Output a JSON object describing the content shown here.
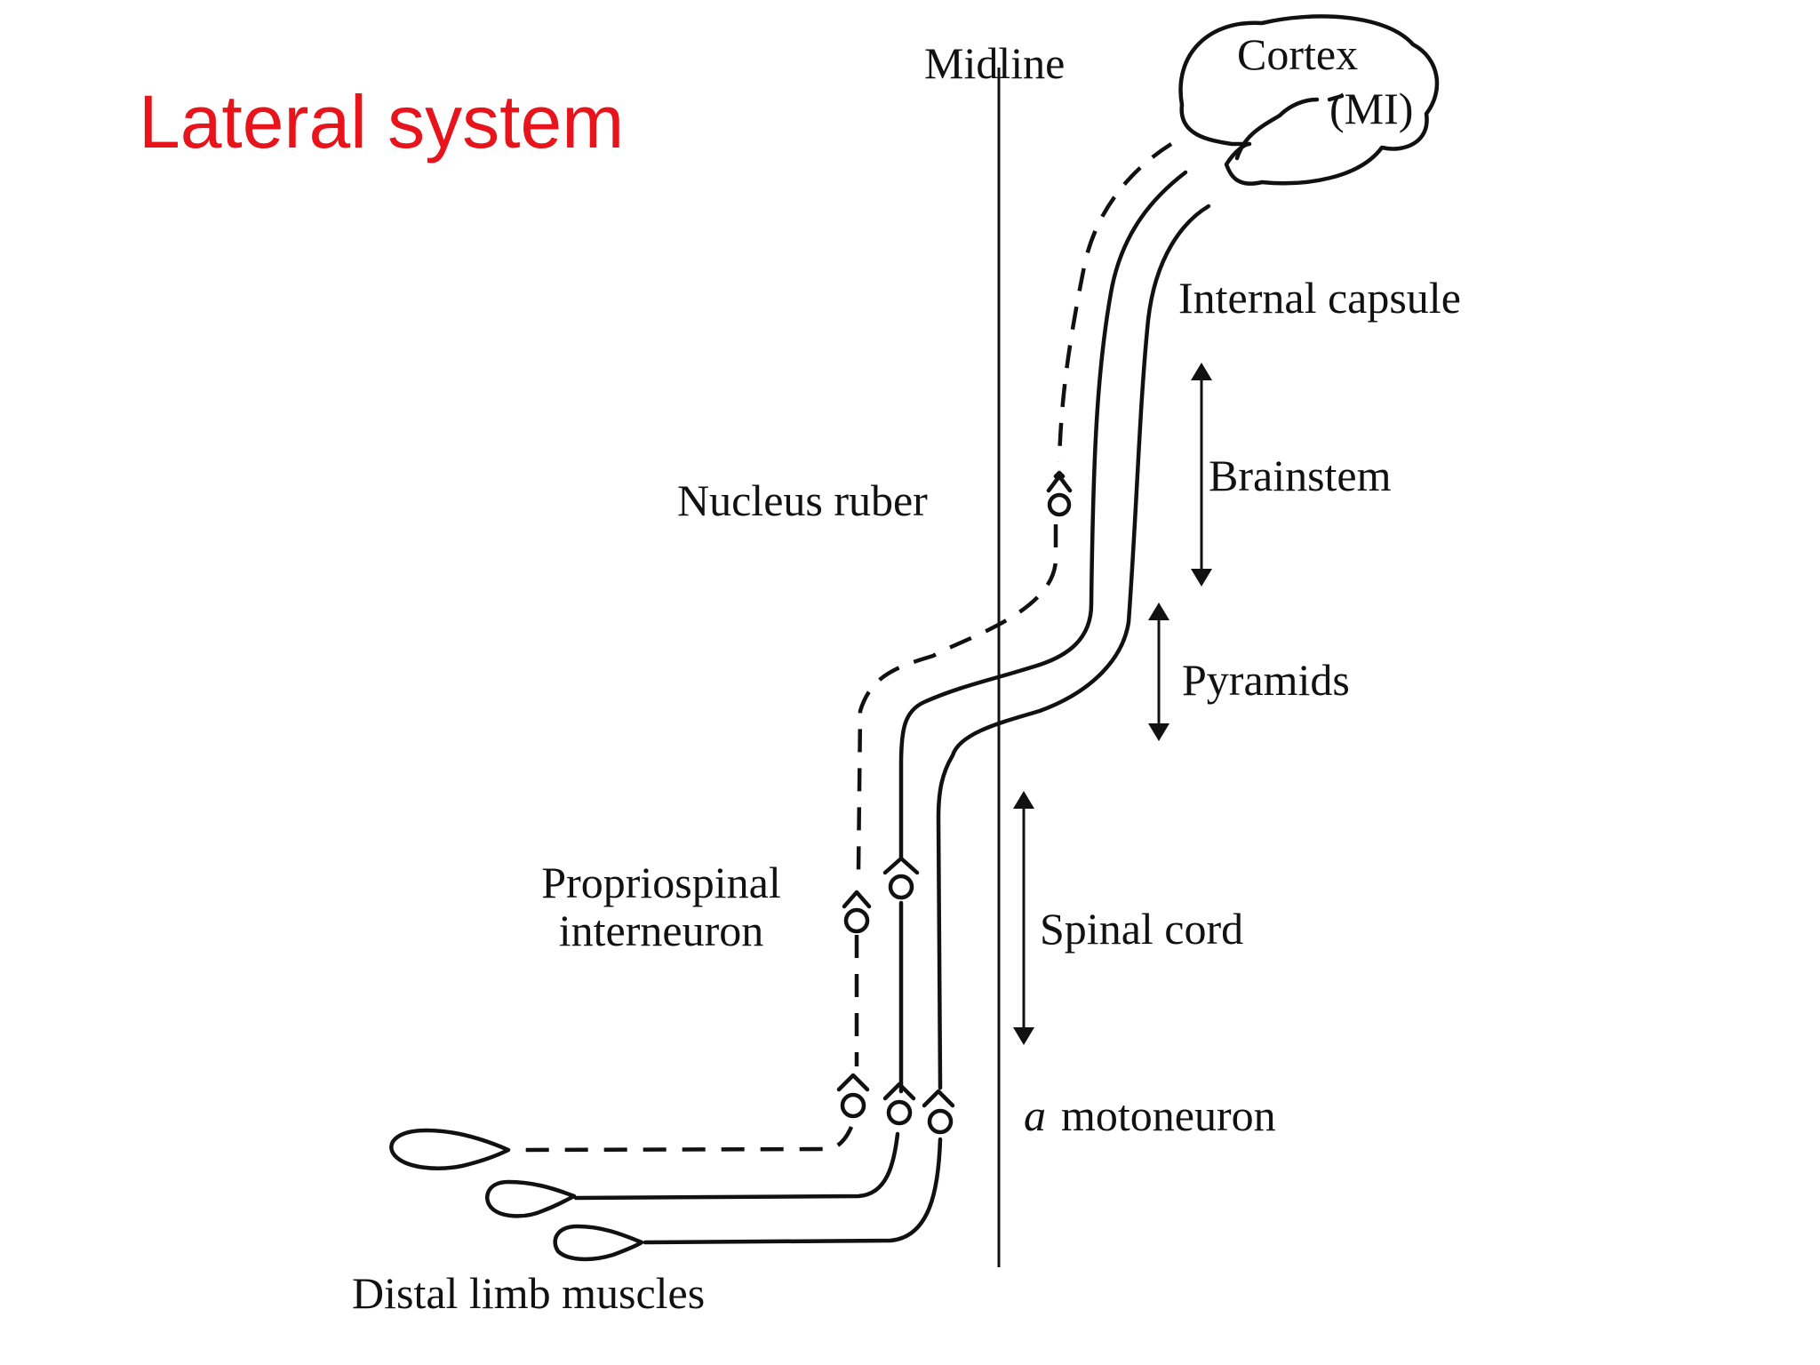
{
  "title": "Lateral system",
  "labels": {
    "midline": "Midline",
    "cortex": "Cortex",
    "mi": "(MI)",
    "internal_capsule": "Internal capsule",
    "brainstem": "Brainstem",
    "nucleus_ruber": "Nucleus ruber",
    "pyramids": "Pyramids",
    "propriospinal_line1": "Propriospinal",
    "propriospinal_line2": "interneuron",
    "spinal_cord": "Spinal cord",
    "alpha_symbol": "a",
    "motoneuron": "motoneuron",
    "distal_limb_muscles": "Distal limb muscles"
  },
  "colors": {
    "title": "#e8141b",
    "ink": "#111111",
    "background": "#ffffff"
  }
}
